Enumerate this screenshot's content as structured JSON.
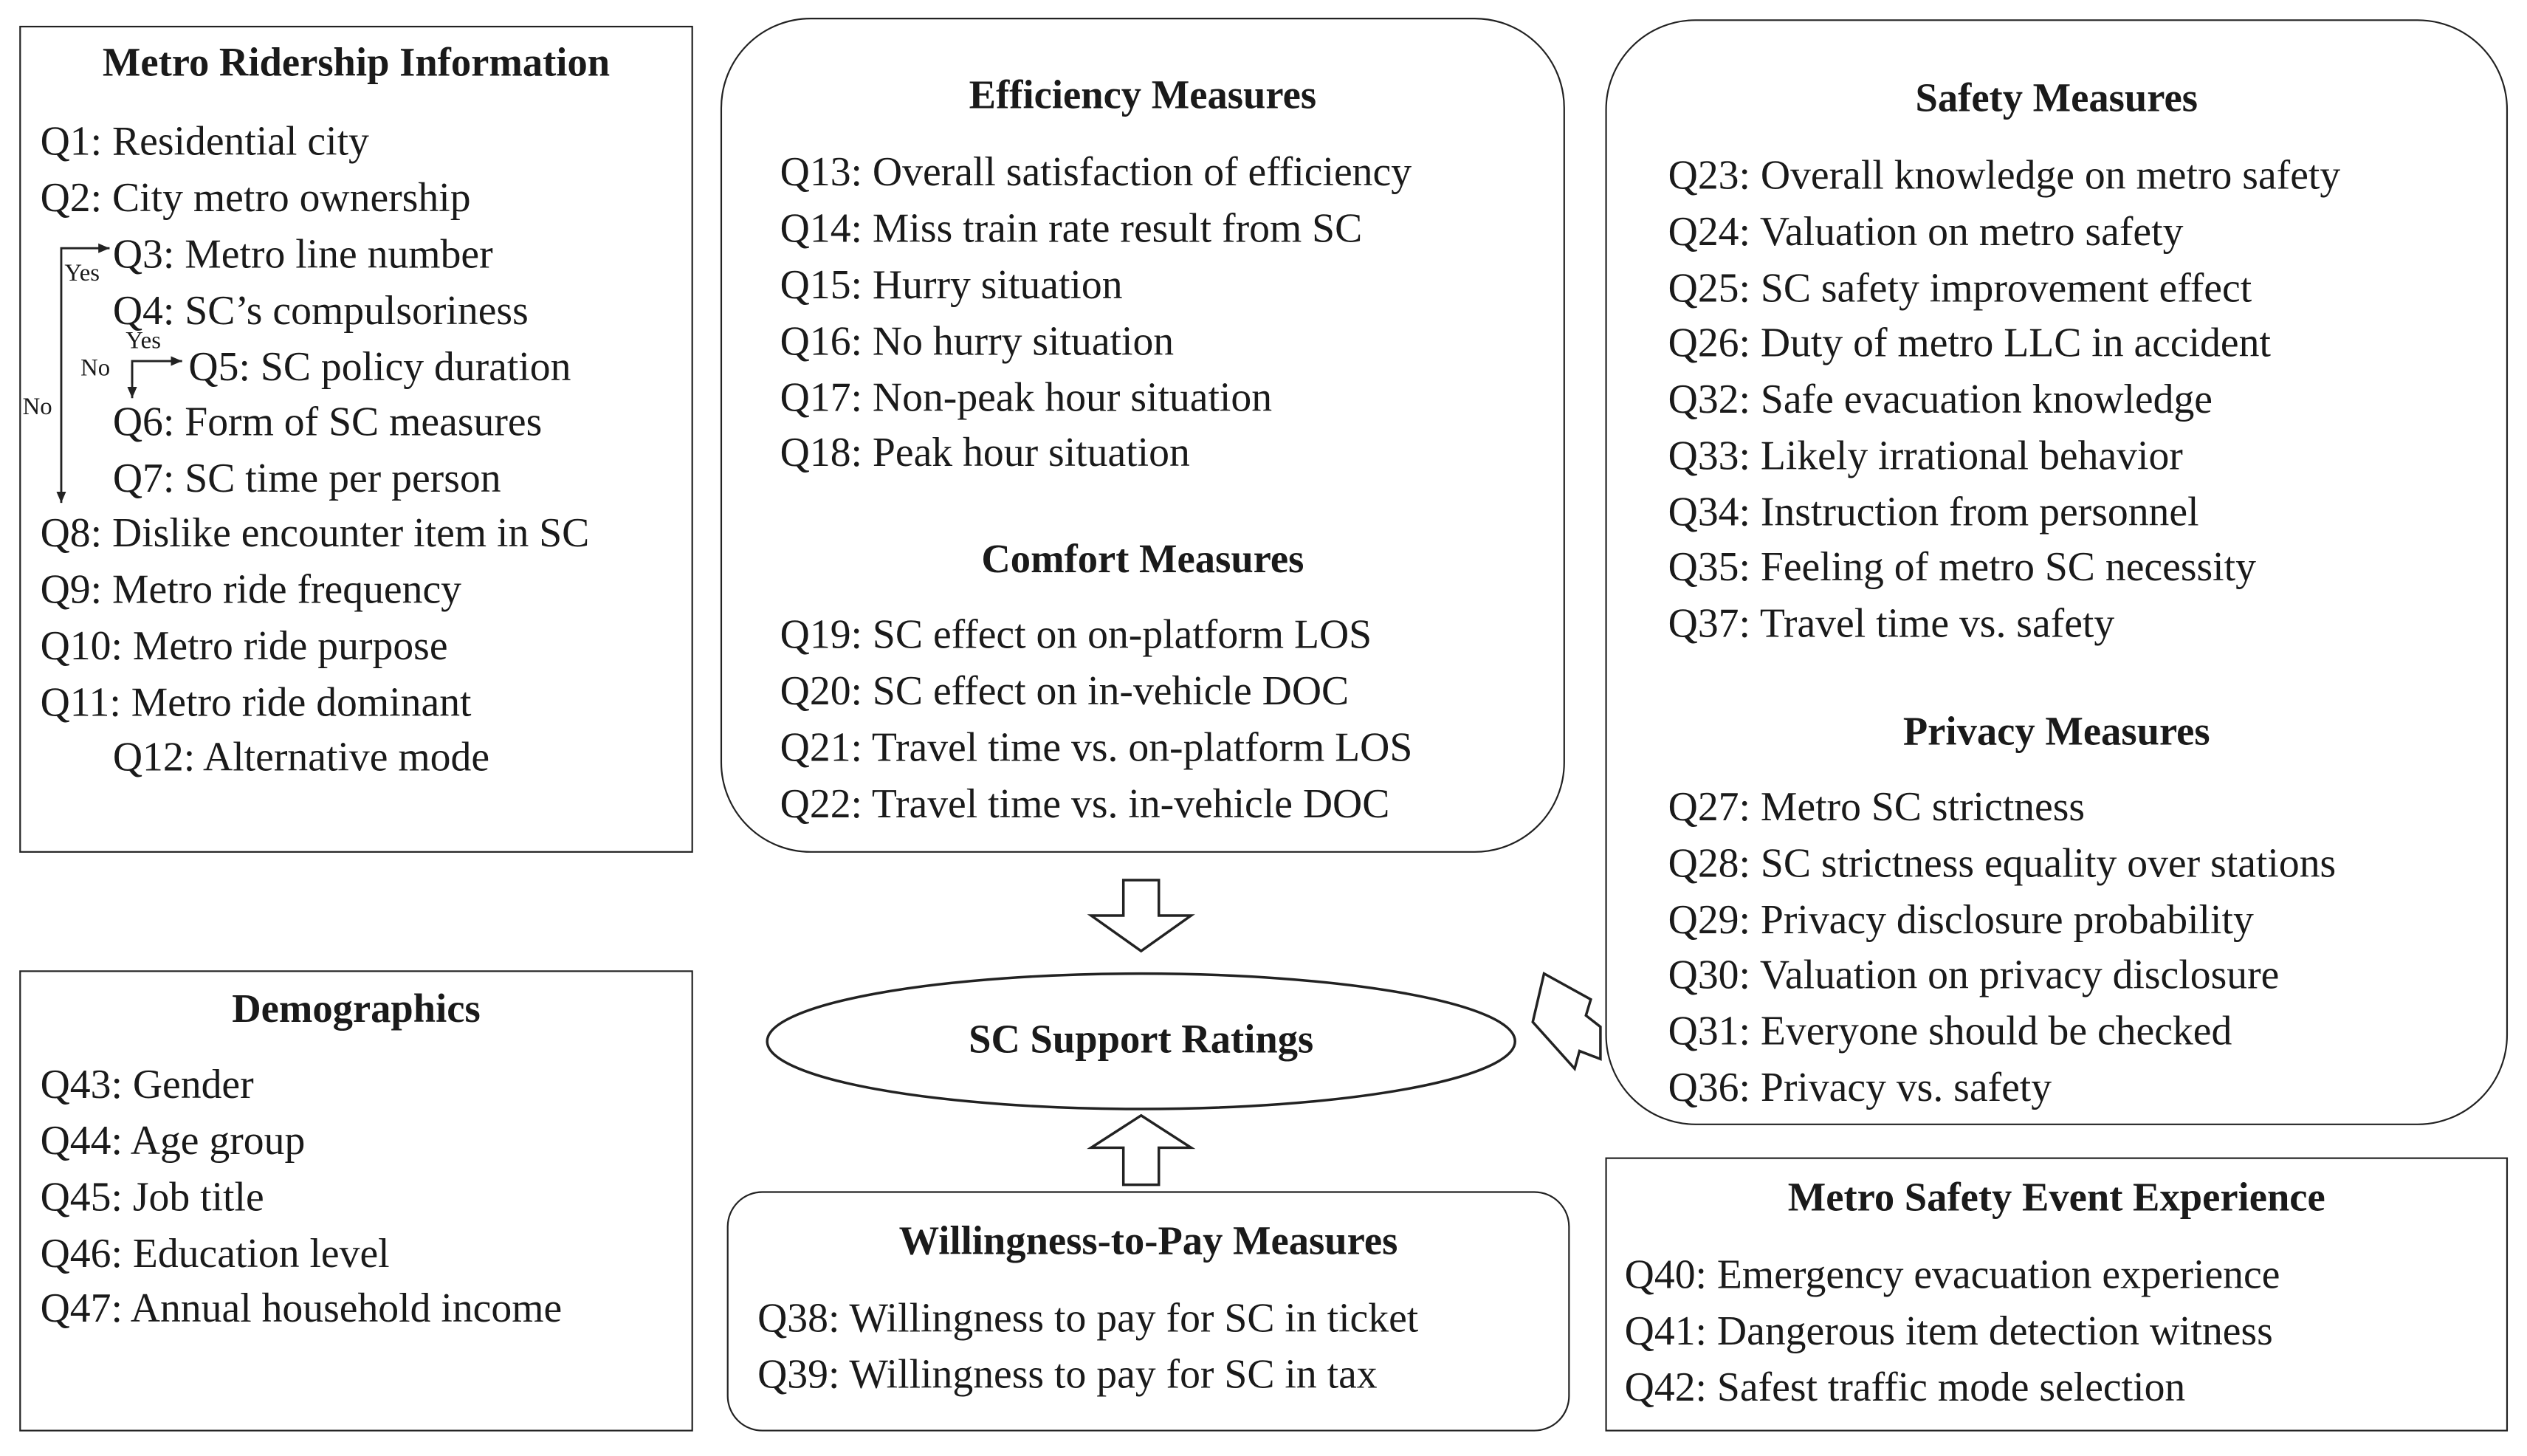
{
  "boxes": {
    "ridership": {
      "title": "Metro Ridership Information",
      "items": [
        "Q1: Residential city",
        "Q2: City metro ownership",
        "Q3: Metro line number",
        "Q4: SC’s compulsoriness",
        "Q5: SC policy duration",
        "Q6: Form of SC measures",
        "Q7: SC time per person",
        "Q8: Dislike encounter item in SC",
        "Q9: Metro ride frequency",
        "Q10: Metro ride purpose",
        "Q11: Metro ride dominant",
        "Q12: Alternative mode"
      ],
      "branch_labels": {
        "yes_outer": "Yes",
        "yes_inner": "Yes",
        "no_inner": "No",
        "no_outer": "No"
      }
    },
    "efficiency": {
      "title": "Efficiency Measures",
      "items": [
        "Q13: Overall satisfaction of efficiency",
        "Q14: Miss train rate result from SC",
        "Q15: Hurry situation",
        "Q16: No hurry situation",
        "Q17: Non-peak hour situation",
        "Q18: Peak hour situation"
      ]
    },
    "comfort": {
      "title": "Comfort Measures",
      "items": [
        "Q19: SC effect on on-platform LOS",
        "Q20: SC effect on in-vehicle DOC",
        "Q21: Travel time vs. on-platform LOS",
        "Q22: Travel time vs. in-vehicle DOC"
      ]
    },
    "safety": {
      "title": "Safety Measures",
      "items": [
        "Q23: Overall knowledge on metro safety",
        "Q24: Valuation on metro safety",
        "Q25: SC safety improvement effect",
        "Q26: Duty of metro LLC in accident",
        "Q32: Safe evacuation knowledge",
        "Q33: Likely irrational behavior",
        "Q34: Instruction from personnel",
        "Q35: Feeling of metro SC necessity",
        "Q37: Travel time vs. safety"
      ]
    },
    "privacy": {
      "title": "Privacy Measures",
      "items": [
        "Q27: Metro SC strictness",
        "Q28: SC strictness equality over stations",
        "Q29: Privacy disclosure probability",
        "Q30: Valuation on privacy disclosure",
        "Q31: Everyone should be checked",
        "Q36: Privacy vs. safety"
      ]
    },
    "demographics": {
      "title": "Demographics",
      "items": [
        "Q43: Gender",
        "Q44: Age group",
        "Q45: Job title",
        "Q46: Education level",
        "Q47: Annual household income"
      ]
    },
    "wtp": {
      "title": "Willingness-to-Pay Measures",
      "items": [
        "Q38: Willingness to pay for SC in ticket",
        "Q39: Willingness to pay for SC in tax"
      ]
    },
    "safety_event": {
      "title": "Metro Safety Event Experience",
      "items": [
        "Q40: Emergency evacuation experience",
        "Q41: Dangerous item detection witness",
        "Q42: Safest traffic mode selection"
      ]
    }
  },
  "center": {
    "label": "SC Support Ratings"
  }
}
